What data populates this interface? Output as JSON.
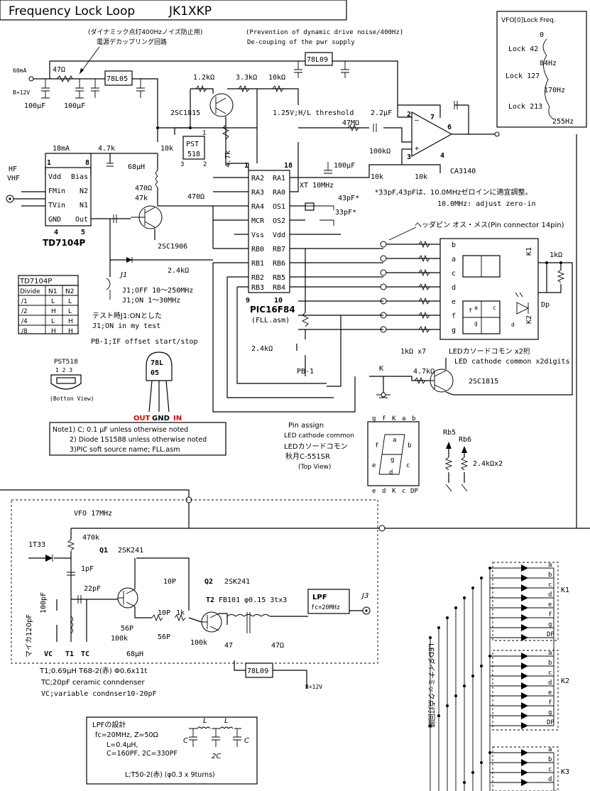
{
  "title": "Frequency Lock Loop",
  "callsign": "JK1XKP",
  "notes": {
    "noise_jp": "(ダイナミック点灯400Hzノイズ防止用)",
    "decoupling_jp": "電源デカップリング回路",
    "noise_en": "(Prevention of dynamic drive noise/400Hz)",
    "decoupling_en": "De-couping of the pwr supply",
    "threshold": "1.25V;H/L threshold",
    "xtal_note_jp": "*33pF,43pFは、10.0MHzゼロインに適宜調整。",
    "xtal_note_en": "10.0MHz: adjust zero-in",
    "pin_header": "ヘッダピン オス・メス(Pin connector 14pin)",
    "j1_off": "J1;OFF 10～250MHz",
    "j1_on": "J1;ON  1～30MHz",
    "test_jp": "テスト時J1:ONとした",
    "test_en": "J1;ON in my test",
    "pb1": "PB-1;IF  offset start/stop",
    "note1": "Note1) C; 0.1 μF  unless otherwise noted",
    "note2": "2) Diode 1S1588 unless otherwise noted",
    "note3": "3)PIC soft source name; FLL.asm",
    "pin_assign": "Pin assign",
    "led_cc_en": "LED cathode common",
    "led_cc_jp": "LEDカソードコモン",
    "led_part": "秋月C-551SR",
    "top_view": "(Top View)",
    "led_cc2_jp": "LEDカソードコモン x2桁",
    "led_cc2_en": "LED cathode common x2digits",
    "res_1k_x7": "1kΩ x7",
    "res_24k_x2": "2.4kΩx2",
    "bottom_view": "(Botton View)",
    "vertical_jp": "LEDダイナミック点灯回路"
  },
  "vfo_lock": {
    "title": "VFO[0]Lock Freq.",
    "zero": "0",
    "lock42": "Lock 42",
    "f84": "84Hz",
    "lock127": "Lock 127",
    "f170": "170Hz",
    "lock213": "Lock 213",
    "f255": "255Hz"
  },
  "parts": {
    "r47": "47Ω",
    "c100a": "100μF",
    "c100b": "100μF",
    "reg1": "78L05",
    "reg2": "78L09",
    "reg3": "78L09",
    "i60": "60mA",
    "b12": "B+12V",
    "b12b": "B+12V",
    "r12k": "1.2kΩ",
    "r33k": "3.3kΩ",
    "r10ka": "10kΩ",
    "q2sc1815": "2SC1815",
    "c22u": "2.2μF",
    "r47m": "47MΩ",
    "r100k": "100kΩ",
    "r10kb": "10k",
    "r10kc": "10k",
    "r10kd": "10k",
    "ca3140": "CA3140",
    "c100u": "100μF",
    "pst518": "PST\n518",
    "r47k": "4.7k",
    "i18": "18mA",
    "r47kb": "4.7k",
    "l68": "68μH",
    "r470a": "470Ω",
    "r47kc": "47k",
    "r470b": "470Ω",
    "q2sc1906": "2SC1906",
    "td7104p": "TD7104P",
    "pic": "PIC16F84",
    "picasm": "(FLL.asm)",
    "xt": "XT 10MHz",
    "c43": "43pF*",
    "c33": "33pF*",
    "r24ka": "2.4kΩ",
    "r24kb": "2.4kΩ",
    "pb1lbl": "PB-1",
    "j1": "J1",
    "hf": "HF",
    "vhf": "VHF",
    "k1": "K1",
    "k2": "K2",
    "dp": "Dp",
    "r1k": "1kΩ",
    "r47kd": "4.7kΩ",
    "q2sc1815b": "2SC1815",
    "k": "K",
    "rb5": "Rb5",
    "rb6": "Rb6"
  },
  "vfo": {
    "title": "VFO 17MHz",
    "d1t33": "1T33",
    "r470k": "470k",
    "q1": "Q1",
    "q1part": "2SK241",
    "c1p": "1pF",
    "c22p": "22pF",
    "c10p": "10P",
    "q2": "Q2",
    "q2part": "2SK241",
    "c100p": "100pF",
    "c120p": "マイカ120pF",
    "c56a": "56P",
    "r100ka": "100k",
    "l68": "68μH",
    "c10pb": "10P",
    "r1k": "1k",
    "c56b": "56P",
    "r100kb": "100k",
    "r47": "47",
    "r47o": "47Ω",
    "t2": "T2",
    "t2spec": "FB101 φ0.15  3tx3",
    "lpf": "LPF",
    "lpffc": "fc=20MHz",
    "j3": "J3",
    "vc": "VC",
    "t1": "T1",
    "tc": "TC",
    "t1spec": "T1;0.69μH T68-2(赤)   Φ0.6x11t",
    "tcspec": "TC;20pF  ceramic conndenser",
    "vcspec": "VC;variable condnser10-20pF"
  },
  "lpf_design": {
    "title": "LPFの設計",
    "fc": "fc=20MHz, Z=50Ω",
    "L": "L=0.4μH,",
    "C": "C=160PF,  2C=330PF",
    "core": "L;T50-2(赤) (φ0.3 x 9turns)",
    "lbl_c": "C",
    "lbl_l": "L",
    "lbl_2c": "2C"
  },
  "pin_table": {
    "headers": [
      "Divide",
      "N1",
      "N2"
    ],
    "rows": [
      [
        "/1",
        "L",
        "L"
      ],
      [
        "/2",
        "H",
        "L"
      ],
      [
        "/4",
        "L",
        "H"
      ],
      [
        "/8",
        "H",
        "H"
      ]
    ]
  },
  "pst_bottom": {
    "title": "PST518",
    "pins": "1 2 3"
  },
  "reg_pkg": {
    "name": "78L\n05",
    "out": "OUT",
    "gnd": "GND",
    "in": "IN"
  },
  "td_pins": [
    "Vdd",
    "Bias",
    "FMin",
    "N2",
    "TVin",
    "N1",
    "GND",
    "Out"
  ],
  "pic_left": [
    "RA2",
    "RA3",
    "RA4",
    "MCR",
    "Vss",
    "RB0",
    "RB1",
    "RB2",
    "RB3"
  ],
  "pic_right": [
    "RA1",
    "RA0",
    "OS1",
    "OS2",
    "Vdd",
    "RB7",
    "RB6",
    "RB5",
    "RB4"
  ],
  "pin_nums": {
    "p1": "1",
    "p18": "18",
    "p9": "9",
    "p10": "10",
    "p4": "4",
    "p5": "5",
    "p8": "8",
    "td1": "1",
    "pst1": "1",
    "pst2": "2",
    "pst3": "3",
    "op2": "2",
    "op3": "3",
    "op4": "4",
    "op6": "6",
    "op7": "7"
  },
  "seg_letters": [
    "b",
    "a",
    "c",
    "d",
    "e",
    "f",
    "g"
  ],
  "seg_pin_top": [
    "g",
    "f",
    "K",
    "a",
    "b"
  ],
  "seg_pin_bot": [
    "e",
    "d",
    "K",
    "c",
    "DP"
  ],
  "seg_inner": [
    "a",
    "f",
    "b",
    "g",
    "e",
    "c",
    "d"
  ],
  "dyn_letters": [
    "a",
    "b",
    "c",
    "d",
    "e",
    "f",
    "g",
    "DP"
  ],
  "dyn_k": [
    "K1",
    "K2",
    "K3"
  ]
}
